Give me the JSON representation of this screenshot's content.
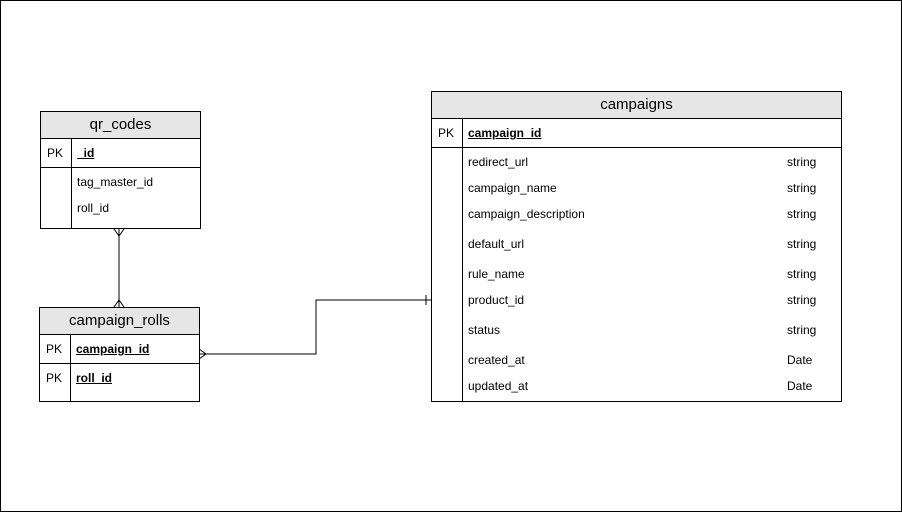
{
  "entities": {
    "qr_codes": {
      "title": "qr_codes",
      "pk_label": "PK",
      "pk_field": "_id",
      "fields": [
        "tag_master_id",
        "roll_id"
      ]
    },
    "campaign_rolls": {
      "title": "campaign_rolls",
      "keys": [
        {
          "label": "PK",
          "field": "campaign_id"
        },
        {
          "label": "PK",
          "field": "roll_id"
        }
      ]
    },
    "campaigns": {
      "title": "campaigns",
      "pk_label": "PK",
      "pk_field": "campaign_id",
      "fields": [
        {
          "name": "redirect_url",
          "type": "string"
        },
        {
          "name": "campaign_name",
          "type": "string"
        },
        {
          "name": "campaign_description",
          "type": "string"
        },
        {
          "name": "default_url",
          "type": "string"
        },
        {
          "name": "rule_name",
          "type": "string"
        },
        {
          "name": "product_id",
          "type": "string"
        },
        {
          "name": "status",
          "type": "string"
        },
        {
          "name": "created_at",
          "type": "Date"
        },
        {
          "name": "updated_at",
          "type": "Date"
        }
      ]
    }
  },
  "relationships": [
    {
      "from": "qr_codes",
      "to": "campaign_rolls",
      "from_cardinality": "many",
      "to_cardinality": "many"
    },
    {
      "from": "campaign_rolls",
      "to": "campaigns",
      "from_cardinality": "many",
      "to_cardinality": "one"
    }
  ]
}
